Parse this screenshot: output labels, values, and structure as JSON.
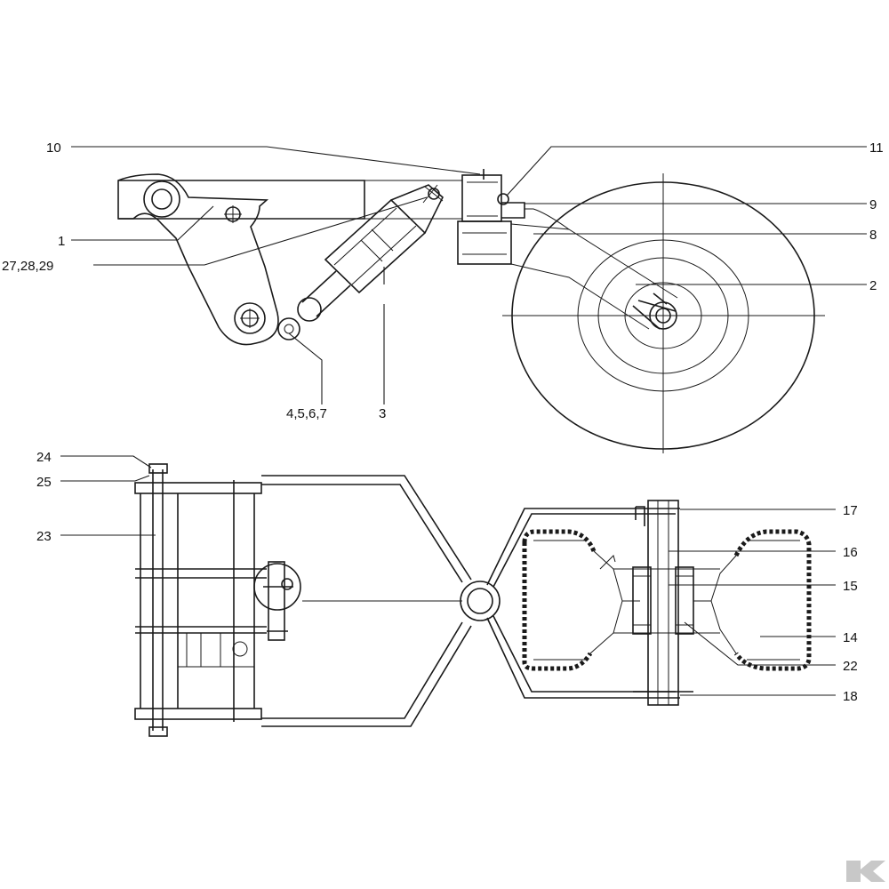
{
  "callouts": {
    "c10": "10",
    "c11": "11",
    "c9": "9",
    "c8": "8",
    "c1": "1",
    "c27_28_29": "27,28,29",
    "c2": "2",
    "c4_5_6_7": "4,5,6,7",
    "c3": "3",
    "c24": "24",
    "c25": "25",
    "c23": "23",
    "c17": "17",
    "c16": "16",
    "c15": "15",
    "c14": "14",
    "c22": "22",
    "c18": "18"
  },
  "brand": {
    "color": "#c8c8c8"
  },
  "colors": {
    "line": "#1a1a1a",
    "background": "#ffffff"
  }
}
